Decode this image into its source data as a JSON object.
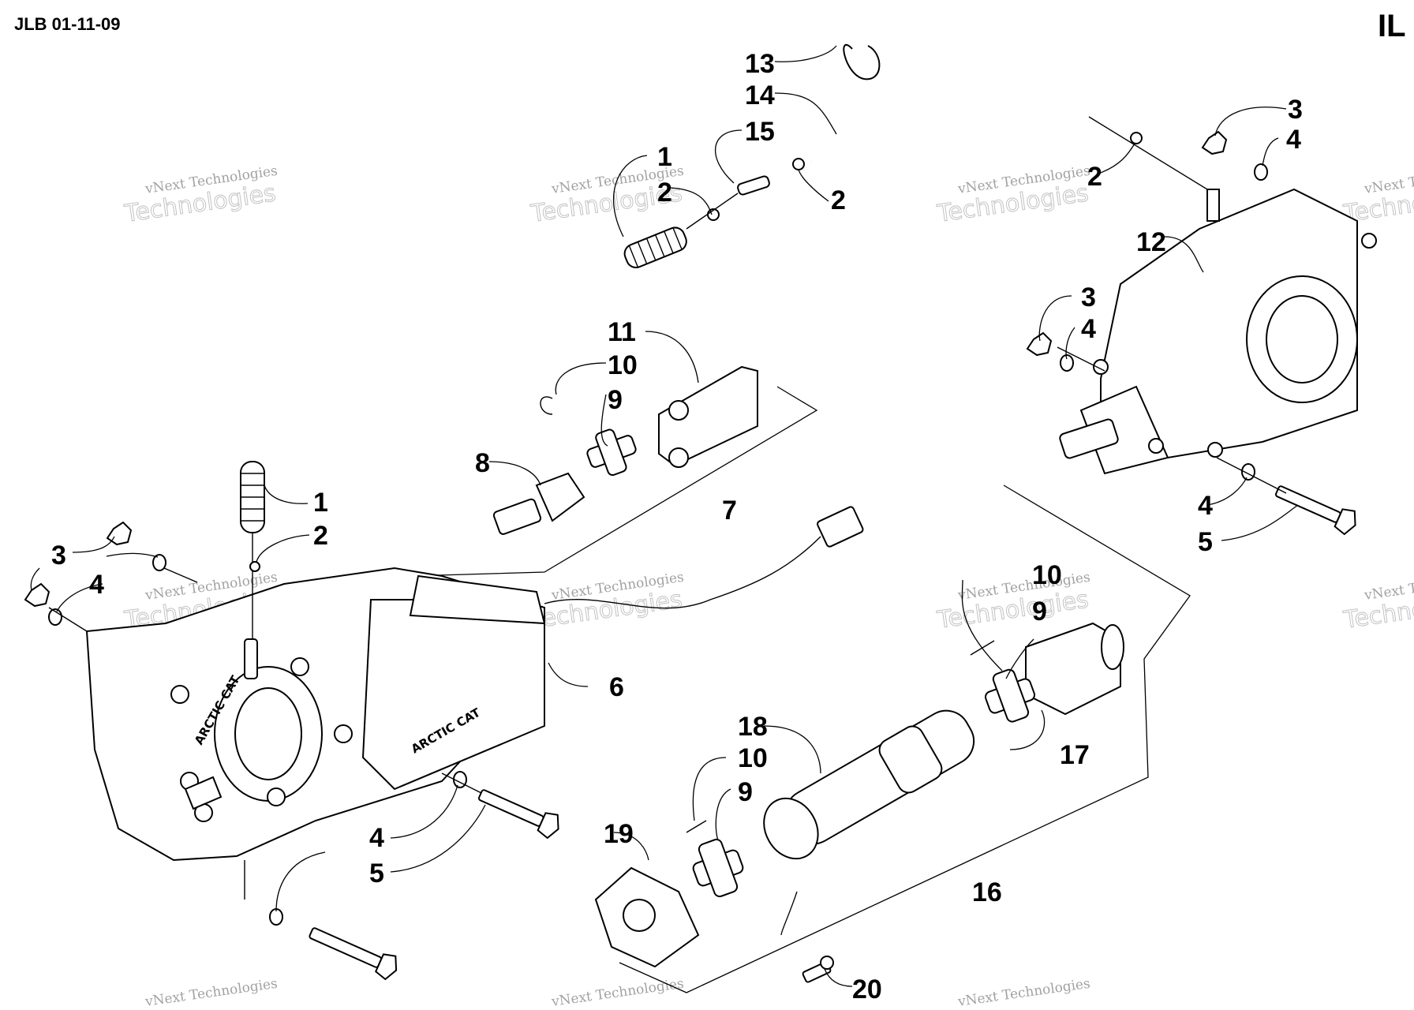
{
  "header": {
    "doc_code": "JLB 01-11-09",
    "figure_ref": "IL C"
  },
  "watermark": {
    "line1": "vNext Technologies",
    "line2": "Technologies"
  },
  "labels": {
    "l1a": "1",
    "l1b": "1",
    "l2a": "2",
    "l2b": "2",
    "l2c": "2",
    "l2d": "2",
    "l3a": "3",
    "l3b": "3",
    "l3c": "3",
    "l4a": "4",
    "l4b": "4",
    "l4c": "4",
    "l4d": "4",
    "l4e": "4",
    "l5a": "5",
    "l5b": "5",
    "l6": "6",
    "l7": "7",
    "l8": "8",
    "l9a": "9",
    "l9b": "9",
    "l9c": "9",
    "l10a": "10",
    "l10b": "10",
    "l10c": "10",
    "l11": "11",
    "l12": "12",
    "l13": "13",
    "l14": "14",
    "l15": "15",
    "l16": "16",
    "l17": "17",
    "l18": "18",
    "l19": "19",
    "l20": "20"
  },
  "embossed": {
    "case_text": "ARCTIC CAT",
    "shift_text": "ARCTIC CAT"
  }
}
